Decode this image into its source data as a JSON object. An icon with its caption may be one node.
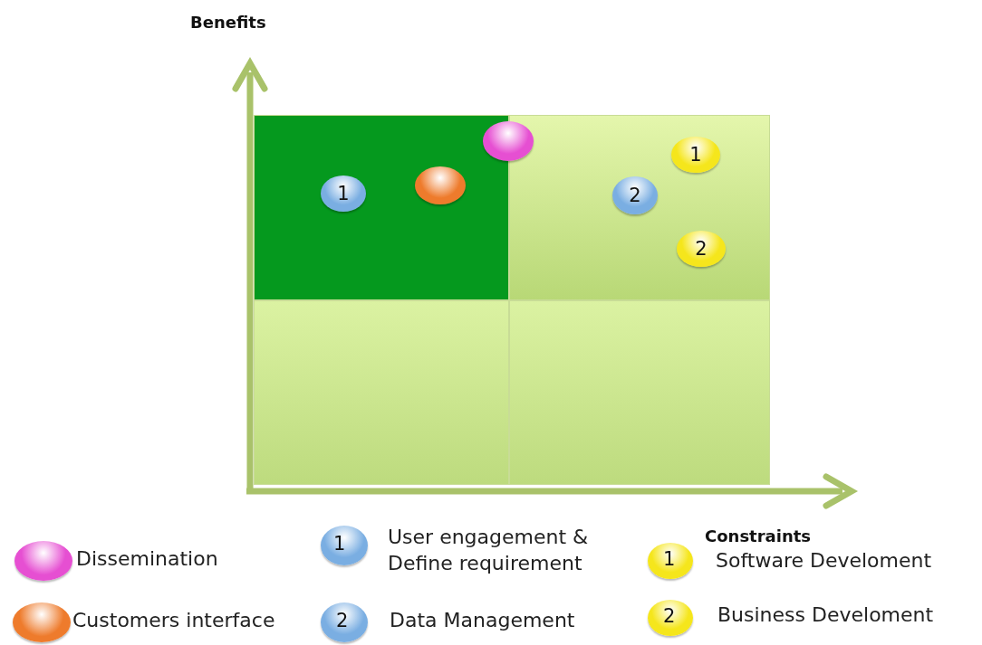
{
  "diagram": {
    "nodes": [
      {
        "text": [],
        "shape": "box"
      },
      {
        "text": [],
        "shape": "box"
      },
      {
        "text": [],
        "shape": "box"
      },
      {
        "text": [],
        "shape": "box"
      },
      {
        "text": [],
        "shape": "circle"
      },
      {
        "text": [
          "1"
        ],
        "in": 0
      },
      {
        "text": [],
        "shape": "circle",
        "in": 0
      },
      {
        "text": [
          "2"
        ],
        "in": 1
      },
      {
        "text": [
          "1"
        ],
        "in": 1
      },
      {
        "text": [
          "2"
        ],
        "in": 1
      }
    ],
    "edges": [],
    "labels": [
      "Benefits",
      "1",
      "Constraints",
      "1",
      "2",
      "2"
    ],
    "legend": [
      {
        "text": "Dissemination",
        "color": "#e64fd2"
      },
      {
        "text": "Customers interface",
        "color": "#ee7b2c"
      },
      {
        "text": "User engagement & Define requirement",
        "color": "#7aaee2"
      },
      {
        "text": "Data Management",
        "color": "#7aaee2"
      },
      {
        "text": "Software Develoment",
        "color": "#f5e61c"
      },
      {
        "text": "Business Develoment",
        "color": "#f5e61c"
      }
    ]
  }
}
